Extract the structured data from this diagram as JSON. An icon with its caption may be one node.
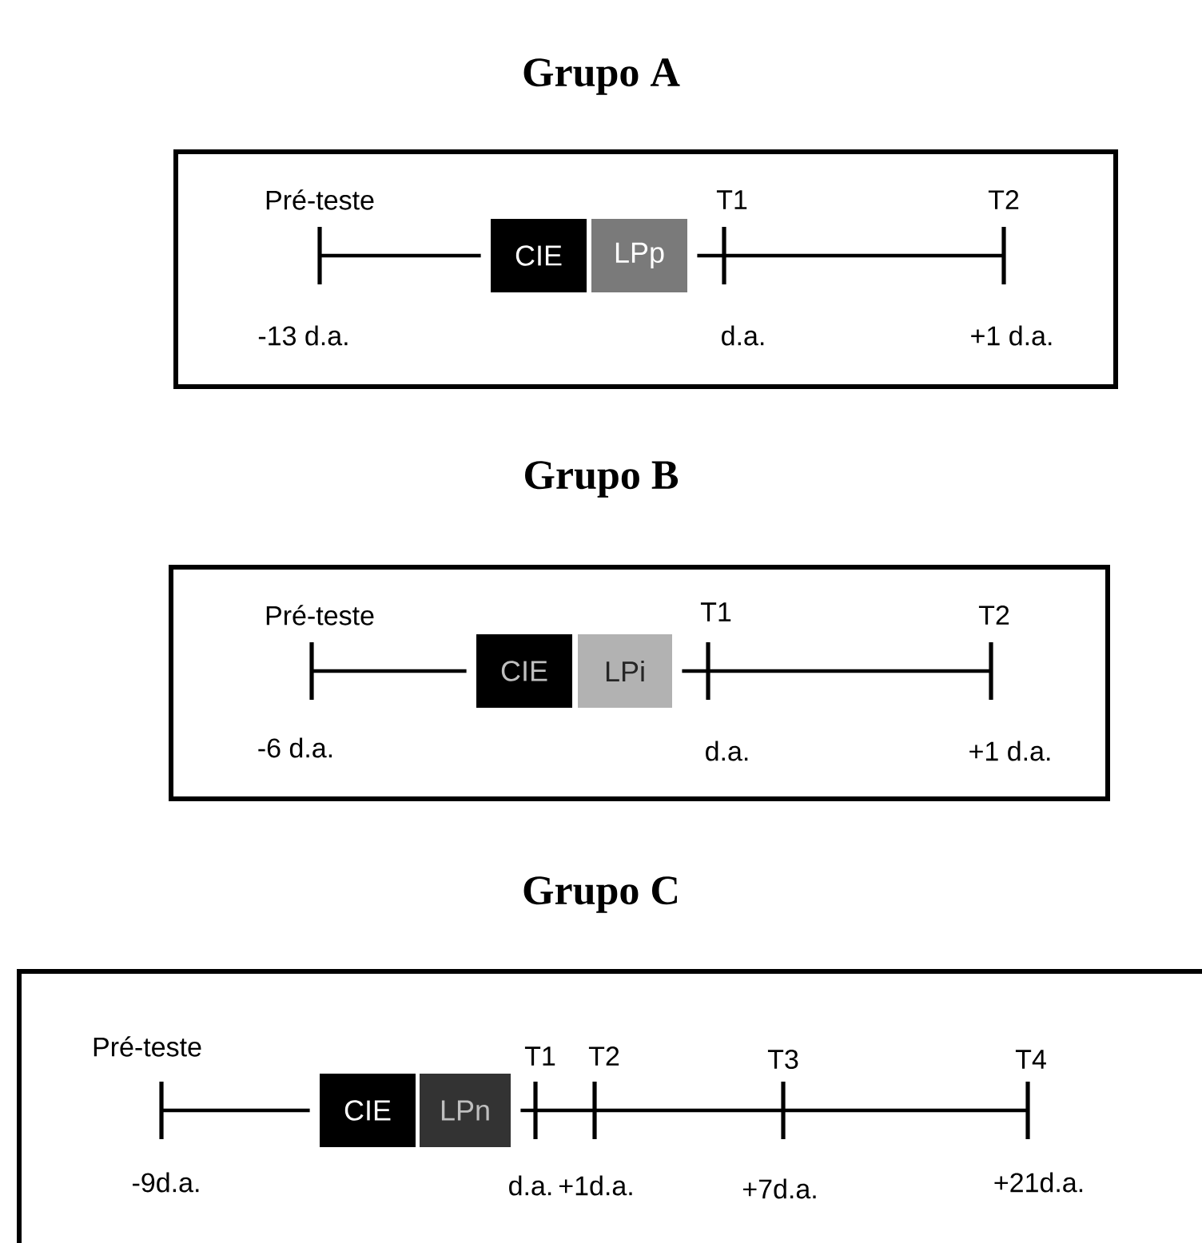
{
  "diagram": {
    "nodes": [
      {
        "text": [
          "Grupo A"
        ]
      },
      {
        "text": [
          "Pré-teste",
          "-13 d.a."
        ],
        "in": 0
      },
      {
        "text": [
          "CIE"
        ],
        "in": 0
      },
      {
        "text": [
          "LPp"
        ],
        "in": 0
      },
      {
        "text": [
          "T1",
          "d.a."
        ],
        "in": 0
      },
      {
        "text": [
          "T2",
          "+1 d.a."
        ],
        "in": 0
      },
      {
        "text": [
          "Grupo B"
        ]
      },
      {
        "text": [
          "Pré-teste",
          "-6 d.a."
        ],
        "in": 6
      },
      {
        "text": [
          "CIE"
        ],
        "in": 6
      },
      {
        "text": [
          "LPi"
        ],
        "in": 6
      },
      {
        "text": [
          "T1",
          "d.a."
        ],
        "in": 6
      },
      {
        "text": [
          "T2",
          "+1 d.a."
        ],
        "in": 6
      },
      {
        "text": [
          "Grupo C"
        ]
      },
      {
        "text": [
          "Pré-teste",
          "-9d.a."
        ],
        "in": 12
      },
      {
        "text": [
          "CIE"
        ],
        "in": 12
      },
      {
        "text": [
          "LPn"
        ],
        "in": 12
      },
      {
        "text": [
          "T1",
          "d.a."
        ],
        "in": 12
      },
      {
        "text": [
          "T2",
          "+1d.a."
        ],
        "in": 12
      },
      {
        "text": [
          "T3",
          "+7d.a."
        ],
        "in": 12
      },
      {
        "text": [
          "T4",
          "+21d.a."
        ],
        "in": 12
      }
    ],
    "edges": [
      {
        "from": 1,
        "to": 2,
        "arrow": "none"
      },
      {
        "from": 3,
        "to": 4,
        "arrow": "none"
      },
      {
        "from": 4,
        "to": 5,
        "arrow": "none"
      },
      {
        "from": 7,
        "to": 8,
        "arrow": "none"
      },
      {
        "from": 9,
        "to": 10,
        "arrow": "none"
      },
      {
        "from": 10,
        "to": 11,
        "arrow": "none"
      },
      {
        "from": 13,
        "to": 14,
        "arrow": "none"
      },
      {
        "from": 15,
        "to": 16,
        "arrow": "none"
      },
      {
        "from": 16,
        "to": 17,
        "arrow": "none"
      },
      {
        "from": 17,
        "to": 18,
        "arrow": "none"
      },
      {
        "from": 18,
        "to": 19,
        "arrow": "none"
      }
    ]
  }
}
